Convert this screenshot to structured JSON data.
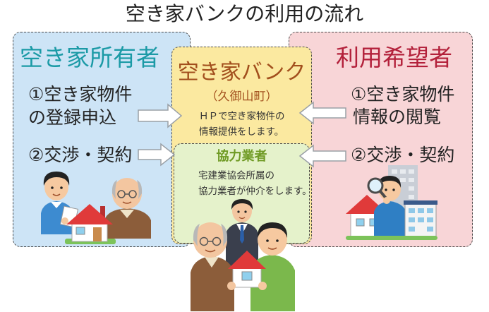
{
  "title": "空き家バンクの利用の流れ",
  "owner": {
    "heading": "空き家所有者",
    "step1": [
      "①空き家物件",
      "の登録申込"
    ],
    "step2": "②交渉・契約"
  },
  "bank": {
    "heading": "空き家バンク",
    "sub": "（久御山町）",
    "lines": [
      "ＨＰで空き家物件の",
      "情報提供をします。"
    ]
  },
  "partner": {
    "heading": "協力業者",
    "lines": [
      "宅建業協会所属の",
      "協力業者が仲介をします。"
    ]
  },
  "user": {
    "heading": "利用希望者",
    "step1": [
      "①空き家物件",
      "情報の閲覧"
    ],
    "step2": "②交渉・契約"
  },
  "colors": {
    "owner_heading": "#1b9aa6",
    "owner_bg": "#cde4f6",
    "user_heading": "#b3213b",
    "user_bg": "#f8d5d7",
    "bank_heading": "#a24f1d",
    "bank_bg": "#fbe9a0",
    "partner_heading": "#6f9a24",
    "partner_bg": "#e5f2cb",
    "roof": "#e03a3a"
  }
}
